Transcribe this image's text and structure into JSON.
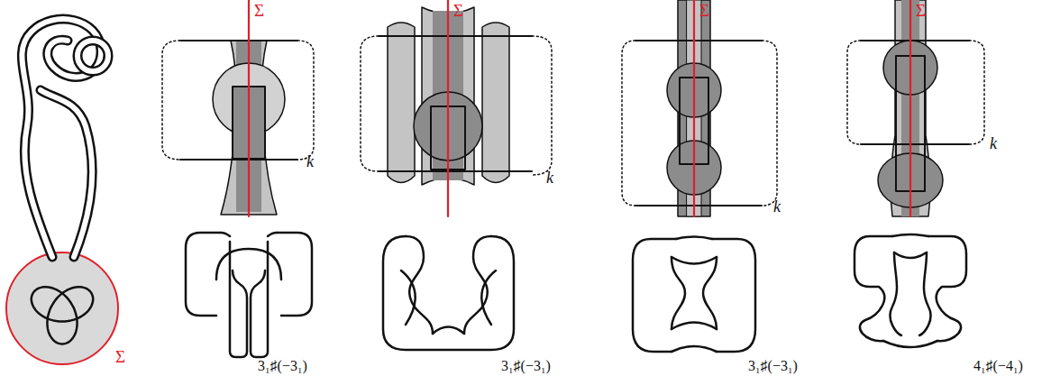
{
  "diagram": {
    "labels": [
      "Σ",
      "Σ",
      "Σ",
      "Σ",
      "k",
      "k",
      "k",
      "k",
      "Σ",
      "3₁♯(−3₁)",
      "3₁♯(−3₁)",
      "3₁♯(−3₁)",
      "4₁♯(−4₁)"
    ]
  }
}
